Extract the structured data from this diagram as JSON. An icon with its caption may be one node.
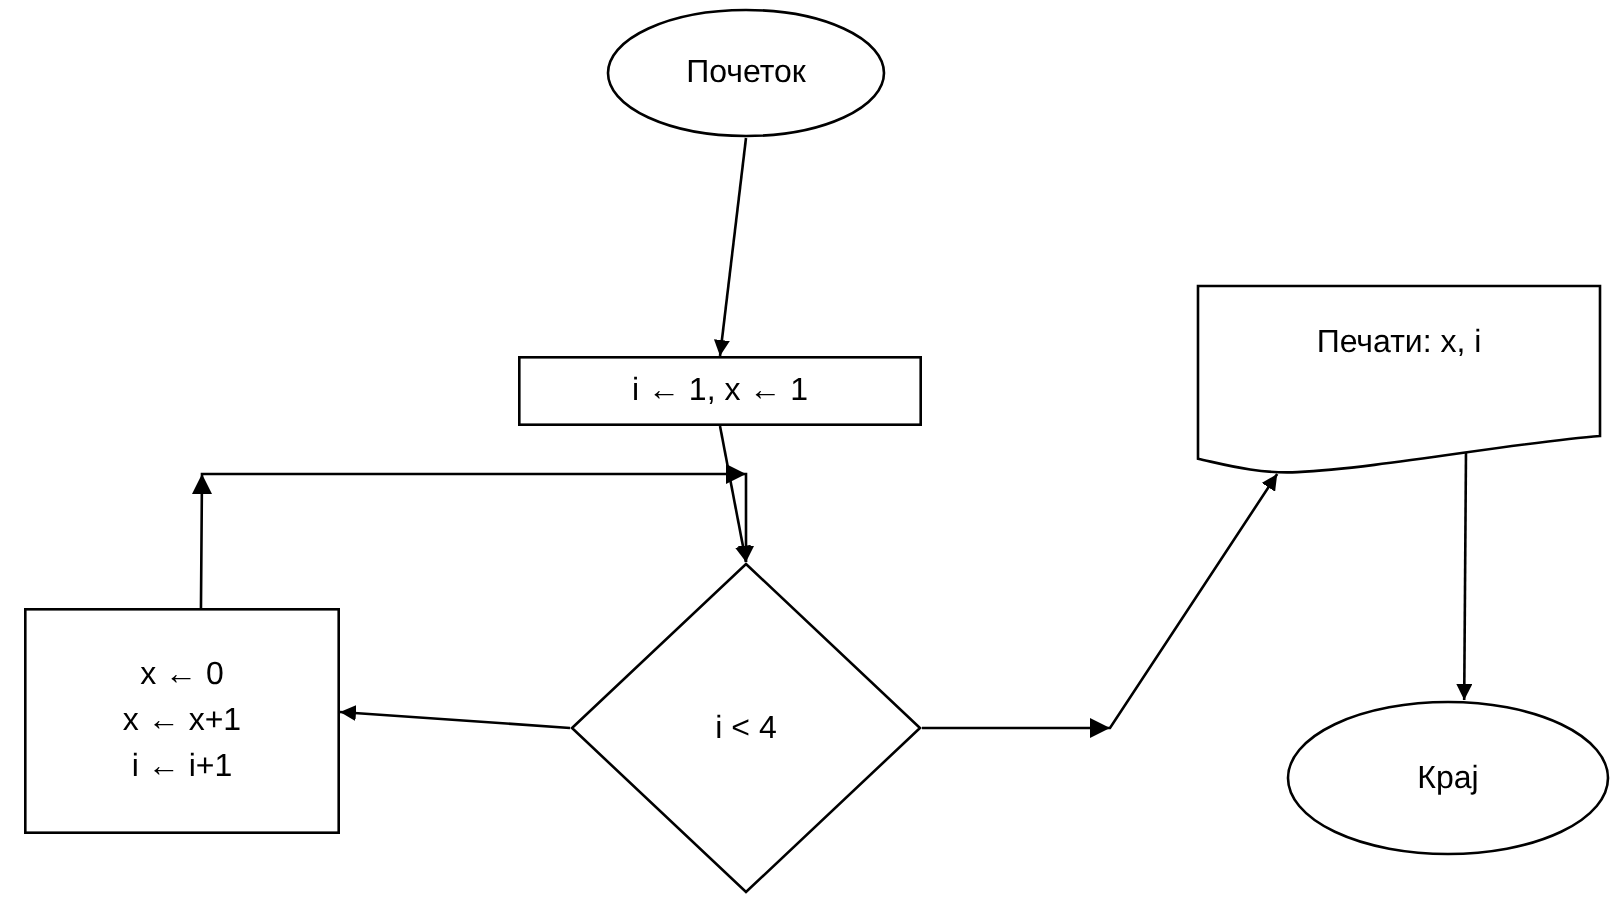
{
  "diagram": {
    "nodes": [
      {
        "text": [
          "Почеток"
        ]
      },
      {
        "text": [
          "i ← 1, x ← 1"
        ]
      },
      {
        "text": [
          "i < 4"
        ]
      },
      {
        "text": [
          "x ← 0",
          "x ← x+1",
          "i ← i+1"
        ]
      },
      {
        "text": [
          "Печати: x, i"
        ]
      },
      {
        "text": [
          "Крај"
        ]
      }
    ],
    "edges": [
      {
        "from": 0,
        "to": 1,
        "arrow": "to"
      },
      {
        "from": 1,
        "to": 2,
        "arrow": "to"
      },
      {
        "from": 2,
        "to": 3,
        "arrow": "to"
      },
      {
        "from": 3,
        "to": 2,
        "arrow": "to"
      },
      {
        "from": 2,
        "to": 4,
        "arrow": "to"
      },
      {
        "from": 4,
        "to": 5,
        "arrow": "to"
      }
    ]
  }
}
